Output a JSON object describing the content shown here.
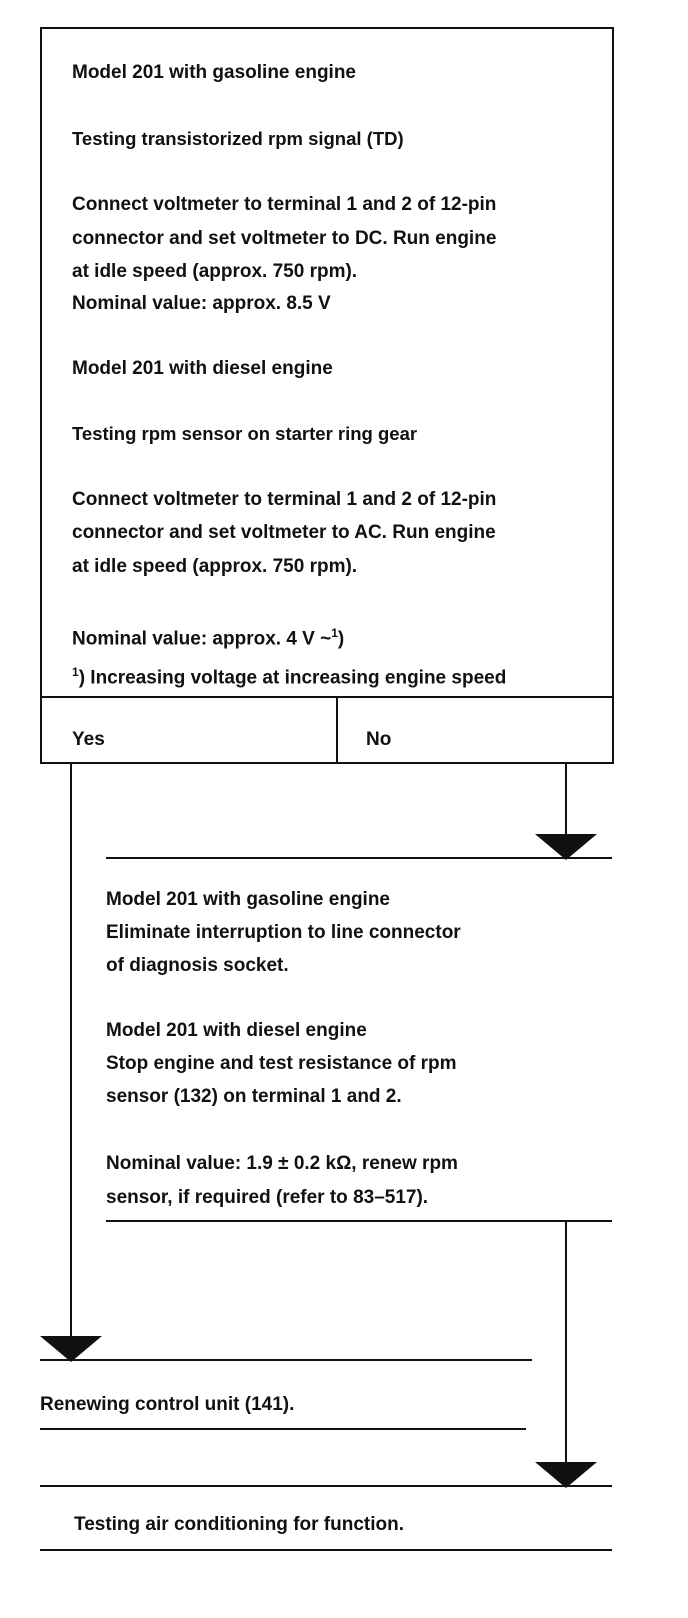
{
  "top_box": {
    "model_gasoline": "Model 201 with gasoline engine",
    "test_td_title": "Testing transistorized rpm signal (TD)",
    "dc_lines": [
      "Connect voltmeter to terminal 1 and 2 of 12-pin",
      "connector and set voltmeter to DC. Run engine",
      "at idle speed (approx. 750 rpm)."
    ],
    "dc_nominal": "Nominal value: approx. 8.5 V",
    "model_diesel": "Model 201 with diesel engine",
    "test_sensor_title": "Testing rpm sensor on starter ring gear",
    "ac_lines": [
      "Connect voltmeter to terminal 1 and 2 of 12-pin",
      "connector and set voltmeter to AC. Run engine",
      "at idle speed (approx. 750 rpm)."
    ],
    "ac_nominal_prefix": "Nominal value: approx. 4 V ~",
    "ac_nominal_sup": "1",
    "ac_nominal_suffix": ")",
    "footnote_sup": "1",
    "footnote_text": ") Increasing voltage at increasing engine speed"
  },
  "decision": {
    "yes": "Yes",
    "no": "No"
  },
  "no_branch": {
    "gasoline_lines": [
      "Model 201 with gasoline engine",
      "Eliminate interruption to line connector",
      "of diagnosis socket."
    ],
    "diesel_lines": [
      "Model 201 with diesel engine",
      "Stop engine and test resistance of rpm",
      "sensor (132) on terminal 1 and 2."
    ],
    "nominal_lines": [
      "Nominal value: 1.9 ± 0.2 kΩ, renew rpm",
      "sensor, if required (refer to 83–517)."
    ]
  },
  "yes_result": "Renewing control unit (141).",
  "final_step": "Testing air conditioning for function."
}
